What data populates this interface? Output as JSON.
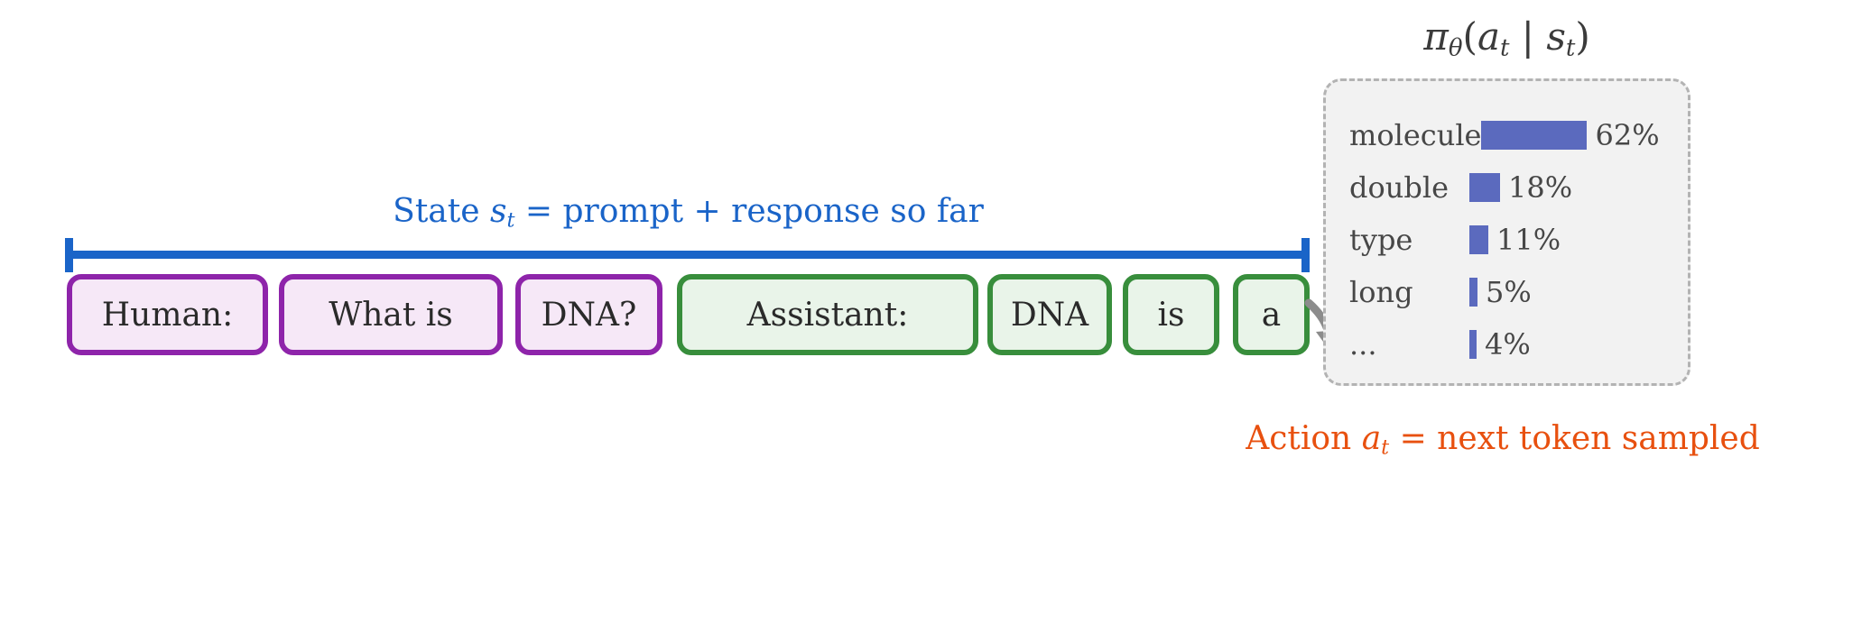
{
  "state_label": {
    "prefix": "State ",
    "var": "s",
    "sub": "t",
    "suffix": " = prompt + response so far"
  },
  "action_label": {
    "prefix": "Action ",
    "var": "a",
    "sub": "t",
    "suffix": " = next token sampled"
  },
  "policy_title": {
    "pi": "π",
    "theta": "θ",
    "lparen": "(",
    "a": "a",
    "sub_t_1": "t",
    "bar": " | ",
    "s": "s",
    "sub_t_2": "t",
    "rparen": ")"
  },
  "tokens": [
    {
      "text": "Human:",
      "role": "prompt"
    },
    {
      "text": "What is",
      "role": "prompt"
    },
    {
      "text": "DNA?",
      "role": "prompt"
    },
    {
      "text": "Assistant:",
      "role": "response"
    },
    {
      "text": "DNA",
      "role": "response"
    },
    {
      "text": "is",
      "role": "response"
    },
    {
      "text": "a",
      "role": "response"
    }
  ],
  "distribution": {
    "rows": [
      {
        "token": "molecule",
        "pct": 62,
        "pct_label": "62%"
      },
      {
        "token": "double",
        "pct": 18,
        "pct_label": "18%"
      },
      {
        "token": "type",
        "pct": 11,
        "pct_label": "11%"
      },
      {
        "token": "long",
        "pct": 5,
        "pct_label": "5%"
      },
      {
        "token": "...",
        "pct": 4,
        "pct_label": "4%"
      }
    ]
  },
  "colors": {
    "state_blue": "#1a64c8",
    "prompt_border": "#8e24aa",
    "prompt_fill": "#f6e8f7",
    "response_border": "#388e3c",
    "response_fill": "#e9f4e9",
    "bar_blue": "#5b6abe",
    "panel_fill": "#f2f2f2",
    "panel_border": "#b3b3b3",
    "action_orange": "#e8500f",
    "arrow_gray": "#8c8c8c"
  }
}
